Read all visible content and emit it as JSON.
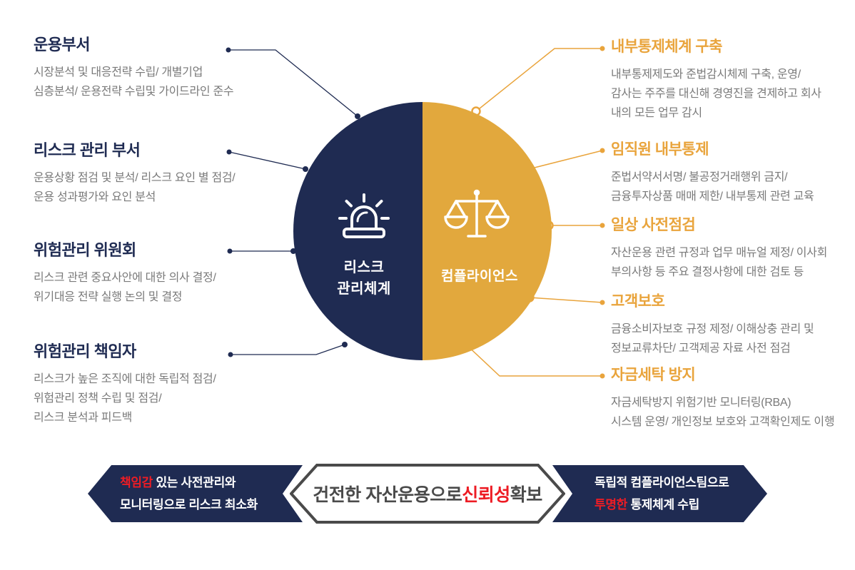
{
  "colors": {
    "navy": "#1f2b52",
    "gold": "#e2a83d",
    "gold_text": "#e9a43c",
    "red_accent": "#ed1c24",
    "body_gray": "#7a7a7a",
    "banner_gray": "#4a4a4a"
  },
  "center": {
    "left_label_line1": "리스크",
    "left_label_line2": "관리체계",
    "right_label": "컴플라이언스"
  },
  "left_items": [
    {
      "title": "운용부서",
      "lines": [
        "시장분석 및 대응전략 수립/ 개별기업",
        "심층분석/ 운용전략 수립및 가이드라인 준수"
      ]
    },
    {
      "title": "리스크 관리 부서",
      "lines": [
        "운용상황 점검 및 분석/ 리스크 요인 별 점검/",
        "운용 성과평가와 요인 분석"
      ]
    },
    {
      "title": "위험관리 위원회",
      "lines": [
        "리스크 관련 중요사안에 대한 의사 결정/",
        "위기대응 전략 실행 논의 및 결정"
      ]
    },
    {
      "title": "위험관리 책임자",
      "lines": [
        "리스크가 높은 조직에 대한 독립적 점검/",
        "위험관리 정책 수립 및 점검/",
        "리스크 분석과 피드백"
      ]
    }
  ],
  "right_items": [
    {
      "title": "내부통제체계 구축",
      "lines": [
        "내부통제제도와 준법감시체제 구축, 운영/",
        "감사는 주주를 대신해 경영진을 견제하고 회사",
        "내의 모든 업무 감시"
      ]
    },
    {
      "title": "임직원 내부통제",
      "lines": [
        "준법서약서서명/ 불공정거래행위 금지/",
        "금융투자상품 매매 제한/ 내부통제 관련 교육"
      ]
    },
    {
      "title": "일상 사전점검",
      "lines": [
        "자산운용 관련 규정과 업무 매뉴얼 제정/ 이사회",
        "부의사항 등 주요 결정사항에 대한 검토 등"
      ]
    },
    {
      "title": "고객보호",
      "lines": [
        "금융소비자보호 규정 제정/ 이해상충 관리 및",
        "정보교류차단/ 고객제공 자료 사전 점검"
      ]
    },
    {
      "title": "자금세탁 방지",
      "lines": [
        "자금세탁방지 위험기반 모니터링(RBA)",
        "시스템 운영/ 개인정보 보호와 고객확인제도 이행"
      ]
    }
  ],
  "banner": {
    "left": {
      "highlight": "책임감",
      "rest1": " 있는 사전관리와",
      "line2": "모니터링으로 리스크 최소화"
    },
    "center": {
      "pre": "건전한 자산운용으로 ",
      "highlight": "신뢰성",
      "post": " 확보"
    },
    "right": {
      "line1": "독립적 컴플라이언스팀으로",
      "highlight": "투명한",
      "rest2": " 통제체계 수립"
    }
  }
}
